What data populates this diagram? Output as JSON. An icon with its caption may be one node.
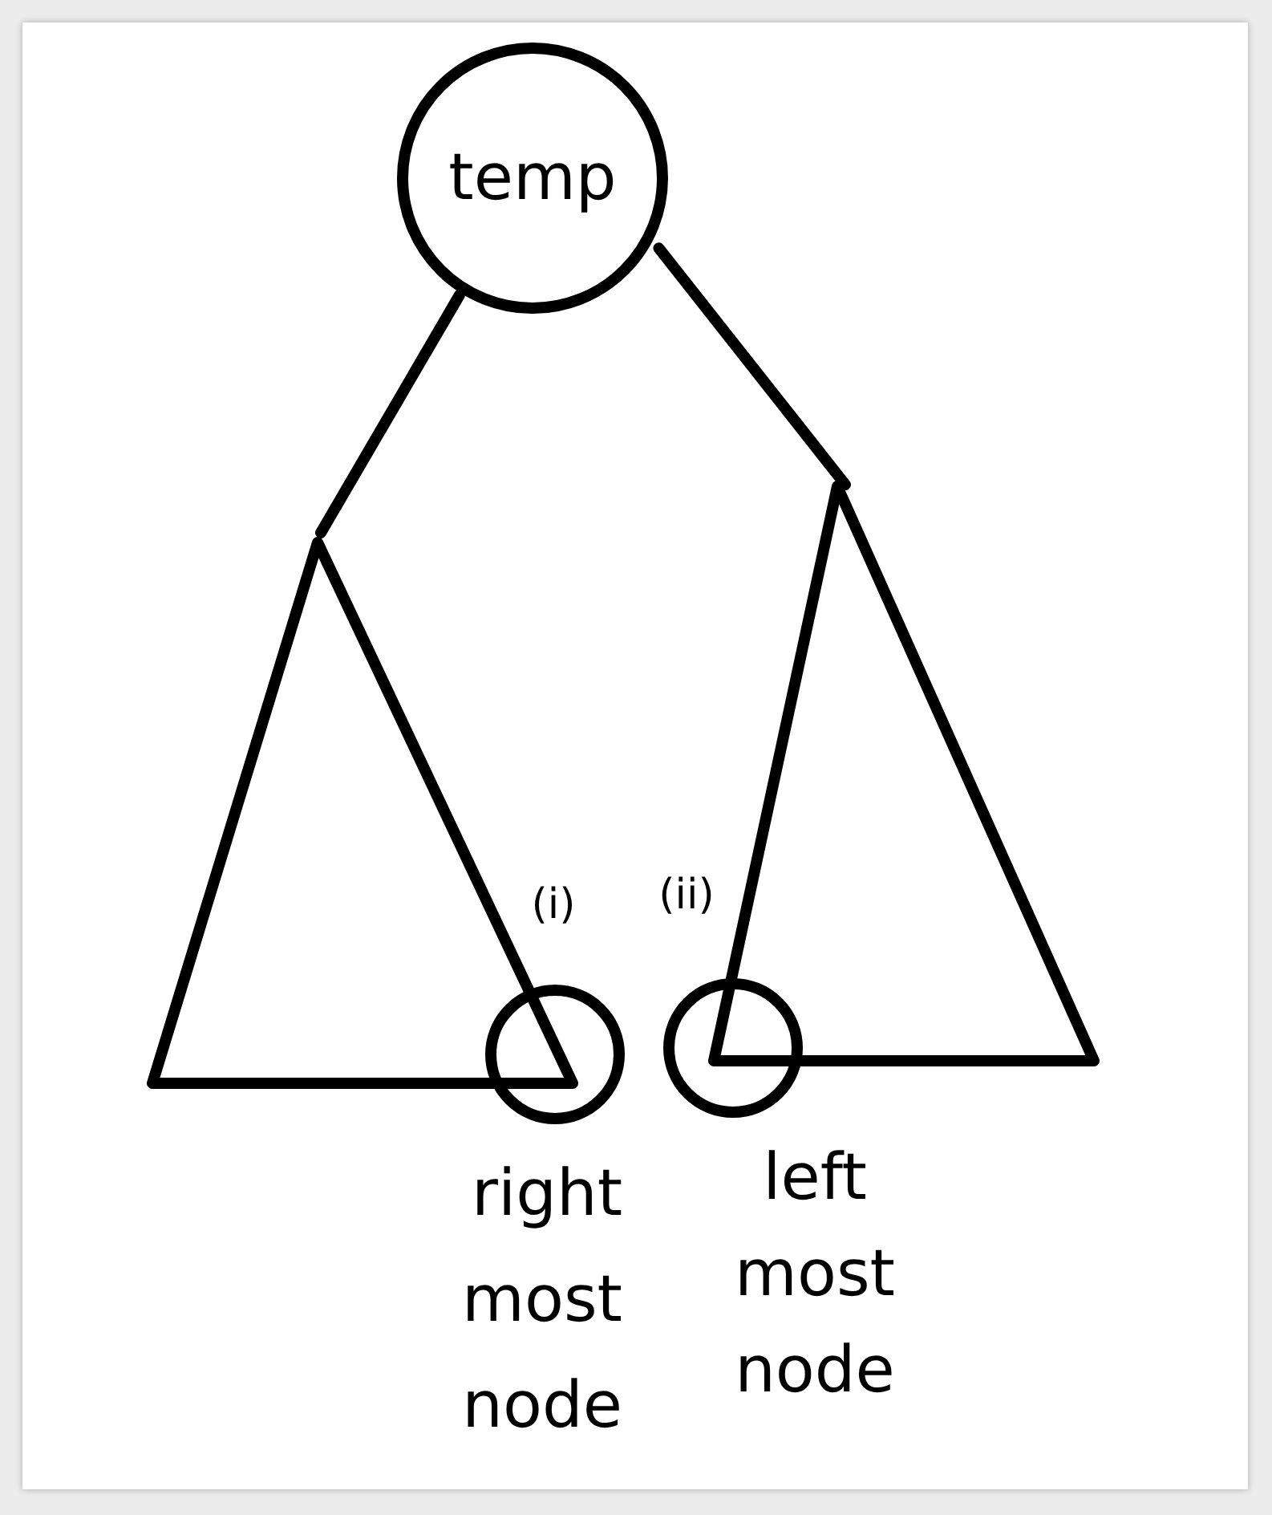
{
  "diagram": {
    "nodes": [
      {
        "text": [
          "temp"
        ]
      },
      {
        "text": [],
        "shape": "triangle"
      },
      {
        "text": [],
        "shape": "triangle"
      },
      {
        "text": [],
        "shape": "circle",
        "beside": [
          "right most node"
        ]
      },
      {
        "text": [],
        "shape": "circle",
        "beside": [
          "left most node"
        ]
      }
    ],
    "edges": [
      {
        "from": 0,
        "to": 1,
        "arrow": "none"
      },
      {
        "from": 0,
        "to": 2,
        "arrow": "none"
      }
    ],
    "labels": [
      "(i)",
      "(ii)"
    ]
  }
}
